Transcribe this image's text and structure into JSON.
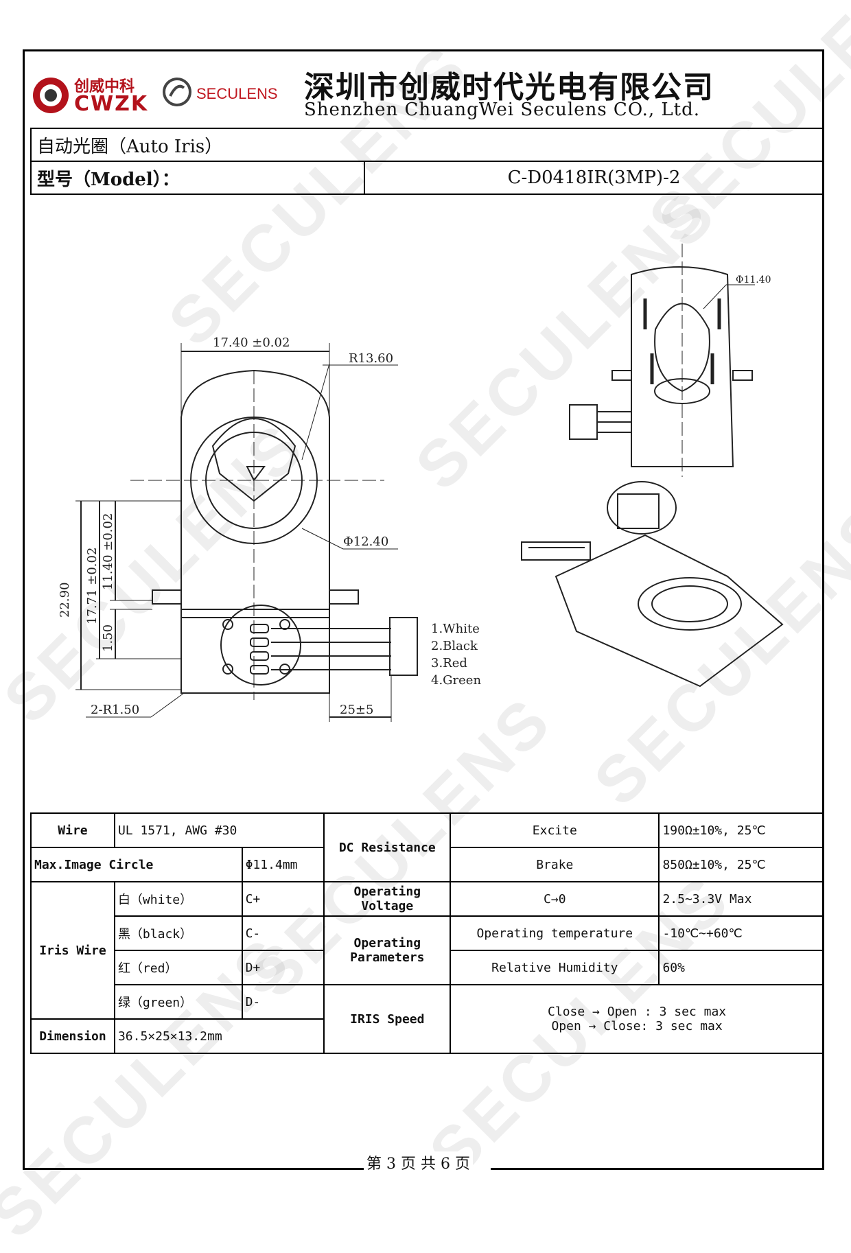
{
  "header": {
    "logo_cn": "创威中科",
    "logo_en": "CWZK",
    "brand": "SECULENS",
    "company_cn": "深圳市创威时代光电有限公司",
    "company_en": "Shenzhen ChuangWei Seculens CO., Ltd."
  },
  "title_row": {
    "label": "自动光圈（Auto Iris）"
  },
  "model_row": {
    "label": "型号（Model）：",
    "value": "C-D0418IR(3MP)-2"
  },
  "drawing": {
    "dim_width": "17.40 ±0.02",
    "dim_radius": "R13.60",
    "dim_circle": "Φ12.40",
    "dim_top_small": "Φ11.40",
    "dim_total_h": "22.90",
    "dim_h2": "17.71 ±0.02",
    "dim_h3": "11.40 ±0.02",
    "dim_h4": "1.50",
    "dim_corner": "2-R1.50",
    "dim_cable": "25±5",
    "wires": [
      "1.White",
      "2.Black",
      "3.Red",
      "4.Green"
    ]
  },
  "spec": {
    "wire_label": "Wire",
    "wire_value": "UL 1571, AWG #30",
    "mic_label": "Max.Image Circle",
    "mic_value": "Φ11.4mm",
    "iris_label": "Iris Wire",
    "iris": [
      {
        "color": "白（white）",
        "pin": "C+"
      },
      {
        "color": "黑（black）",
        "pin": "C-"
      },
      {
        "color": "红（red）",
        "pin": "D+"
      },
      {
        "color": "绿（green）",
        "pin": "D-"
      }
    ],
    "dim_label": "Dimension",
    "dim_value": "36.5×25×13.2mm",
    "dcr_label": "DC Resistance",
    "excite_label": "Excite",
    "excite_value": "190Ω±10%, 25℃",
    "brake_label": "Brake",
    "brake_value": "850Ω±10%, 25℃",
    "opv_label": "Operating Voltage",
    "opv_mid": "C→0",
    "opv_value": "2.5~3.3V Max",
    "opp_label": "Operating Parameters",
    "temp_label": "Operating temperature",
    "temp_value": "-10℃~+60℃",
    "hum_label": "Relative Humidity",
    "hum_value": "60%",
    "speed_label": "IRIS Speed",
    "speed_1": "Close → Open : 3 sec max",
    "speed_2": "Open → Close: 3 sec max"
  },
  "footer": {
    "page": "第 3 页 共 6 页"
  },
  "watermark": "SECULENS"
}
